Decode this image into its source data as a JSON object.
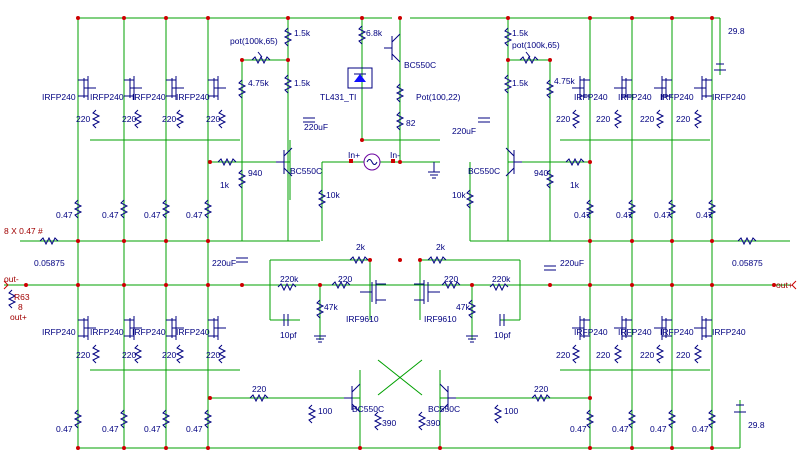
{
  "labels": {
    "irfp240": "IRFP240",
    "irf9610": "IRF9610",
    "bc550c": "BC550C",
    "tl431": "TL431_TI",
    "r_0_47": "0.47",
    "r_220": "220",
    "r_1k": "1k",
    "r_1_5k": "1.5k",
    "r_4_75k": "4.75k",
    "r_6_8k": "6.8k",
    "r_10k": "10k",
    "r_2k": "2k",
    "r_220k": "220k",
    "r_47k": "47k",
    "r_100": "100",
    "r_390": "390",
    "r_82": "82",
    "r_940": "940",
    "r_0_05875": "0.05875",
    "c_220uf": "220uF",
    "c_10pf": "10pf",
    "pot_bias": "pot(100k,65)",
    "pot_ref": "Pot(100,22)",
    "res_array": "8 X 0.47 #",
    "r63": "R63",
    "r63_val": "8",
    "out_minus": "out-",
    "out_plus": "out+",
    "supply": "29.8",
    "in_plus": "In+",
    "in_minus": "In-"
  },
  "colors": {
    "wire": "#00a000",
    "component": "#000080",
    "node": "#cc0000",
    "source": "#6a00a0"
  }
}
